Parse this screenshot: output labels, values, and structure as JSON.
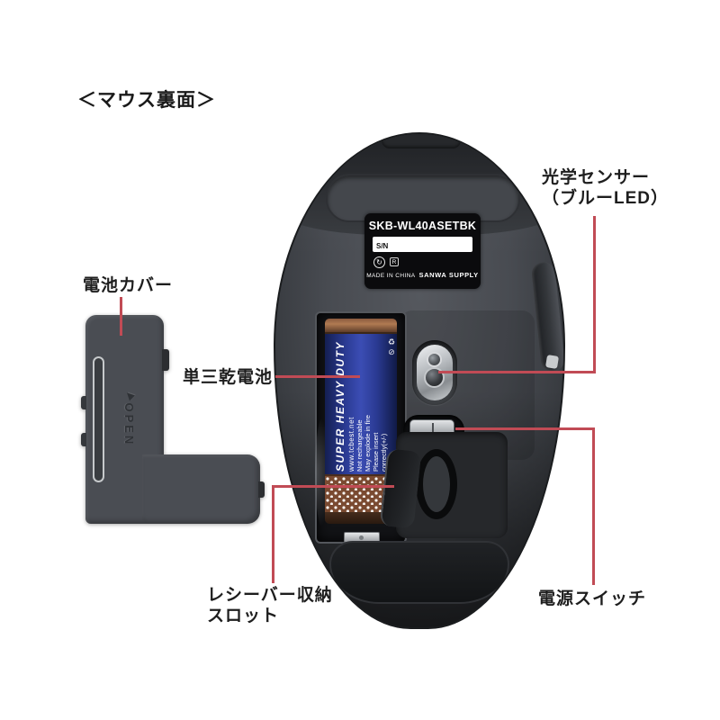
{
  "title": "＜マウス裏面＞",
  "colors": {
    "callout_red": "#c14b55",
    "body_gray": "#4a4d53",
    "battery_blue": "#2c3c96",
    "background": "#ffffff"
  },
  "callouts": {
    "battery_cover": "電池カバー",
    "aa_battery": "単三乾電池",
    "receiver_slot": [
      "レシーバー収納",
      "スロット"
    ],
    "optical_sensor": [
      "光学センサー",
      "（ブルーLED）"
    ],
    "power_switch": "電源スイッチ"
  },
  "product_label": {
    "model": "SKB-WL40ASETBK",
    "serial_field": "S/N",
    "made_in": "MADE IN CHINA",
    "brand": "SANWA SUPPLY"
  },
  "battery": {
    "line1": "SUPER HEAVY DUTY",
    "line2": "www.tcbest.net",
    "line3": "Not rechargeable",
    "line4": "May explode in fire",
    "line5": "Please insert",
    "line6": "correctly(+/-)"
  },
  "battery_cover": {
    "open": "OPEN"
  },
  "icons": {
    "open_arrow": "▶",
    "recycle": "♻",
    "no_disposal": "⊘",
    "cert_circle_glyph": "↻",
    "cert_square_glyph": "R"
  }
}
